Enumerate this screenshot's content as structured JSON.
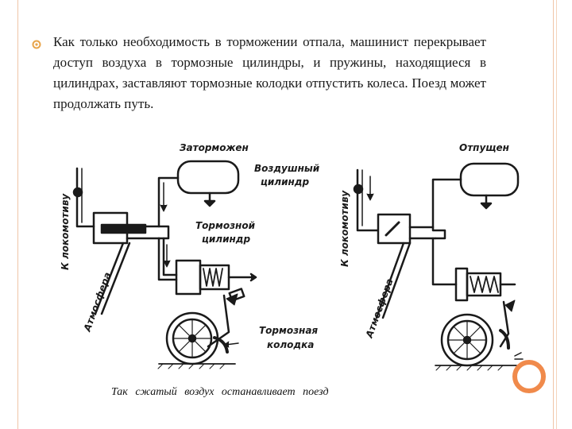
{
  "slide": {
    "paragraph": "Как только необходимость в торможении отпала, машинист перекрывает доступ воздуха в тормозные цилиндры, и пружины, находящиеся в цилиндрах, заставляют тормозные колодки отпустить колеса. Поезд может продолжать путь.",
    "caption": "Так сжатый воздух останавливает поезд"
  },
  "diagram_left": {
    "state_label": "Заторможен",
    "air_tank_label_1": "Воздушный",
    "air_tank_label_2": "цилиндр",
    "brake_cyl_label_1": "Тормозной",
    "brake_cyl_label_2": "цилиндр",
    "shoe_label_1": "Тормозная",
    "shoe_label_2": "колодка",
    "loco_label": "К локомотиву",
    "atm_label": "Атмосфера"
  },
  "diagram_right": {
    "state_label": "Отпущен",
    "loco_label": "К локомотиву",
    "atm_label": "Атмосфера"
  },
  "colors": {
    "accent": "#f08a4b",
    "frame": "#f0c6a8",
    "ink": "#1a1a1a"
  }
}
